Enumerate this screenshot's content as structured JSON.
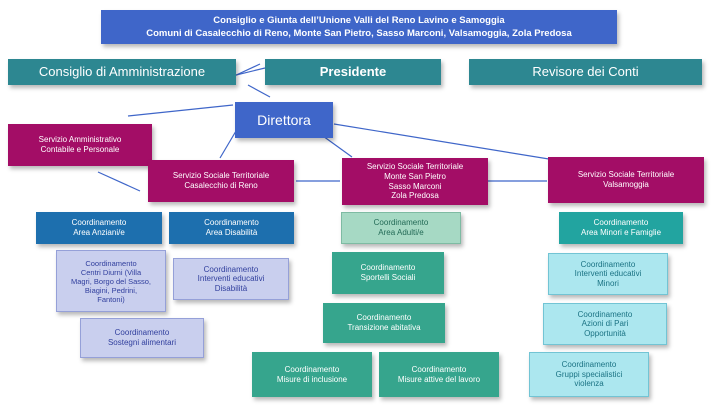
{
  "council": {
    "line1": "Consiglio e Giunta dell’Unione Valli del Reno Lavino e Samoggia",
    "line2": "Comuni di Casalecchio di Reno, Monte San Pietro, Sasso Marconi, Valsamoggia, Zola Predosa"
  },
  "top": {
    "admin_board": "Consiglio di Amministrazione",
    "president": "Presidente",
    "auditor": "Revisore dei Conti"
  },
  "director": "Direttora",
  "admin_service": "Servizio Amministrativo\nContabile e Personale",
  "territorial": [
    "Servizio Sociale Territoriale\nCasalecchio di Reno",
    "Servizio Sociale Territoriale\nMonte San Pietro\nSasso Marconi\nZola Predosa",
    "Servizio Sociale Territoriale\nValsamoggia"
  ],
  "casalecchio": {
    "anziani": "Coordinamento\nArea Anziani/e",
    "disabilita": "Coordinamento\nArea Disabilità",
    "centri_diurni": "Coordinamento\nCentri Diurni (Villa\nMagri, Borgo del Sasso,\nBiagini, Pedrini,\nFantoni)",
    "sostegni": "Coordinamento\nSostegni alimentari",
    "interventi_disabilita": "Coordinamento\nInterventi educativi\nDisabilità"
  },
  "central": {
    "adulti": "Coordinamento\nArea Adulti/e",
    "sportelli": "Coordinamento\nSportelli Sociali",
    "transizione": "Coordinamento\nTransizione abitativa",
    "inclusione": "Coordinamento\nMisure di inclusione",
    "lavoro": "Coordinamento\nMisure attive del lavoro"
  },
  "valsamoggia": {
    "minori": "Coordinamento\nArea Minori e Famiglie",
    "interventi": "Coordinamento\nInterventi educativi\nMinori",
    "pari": "Coordinamento\nAzioni di Pari\nOpportunità",
    "violenza": "Coordinamento\nGruppi specialistici\nviolenza"
  }
}
